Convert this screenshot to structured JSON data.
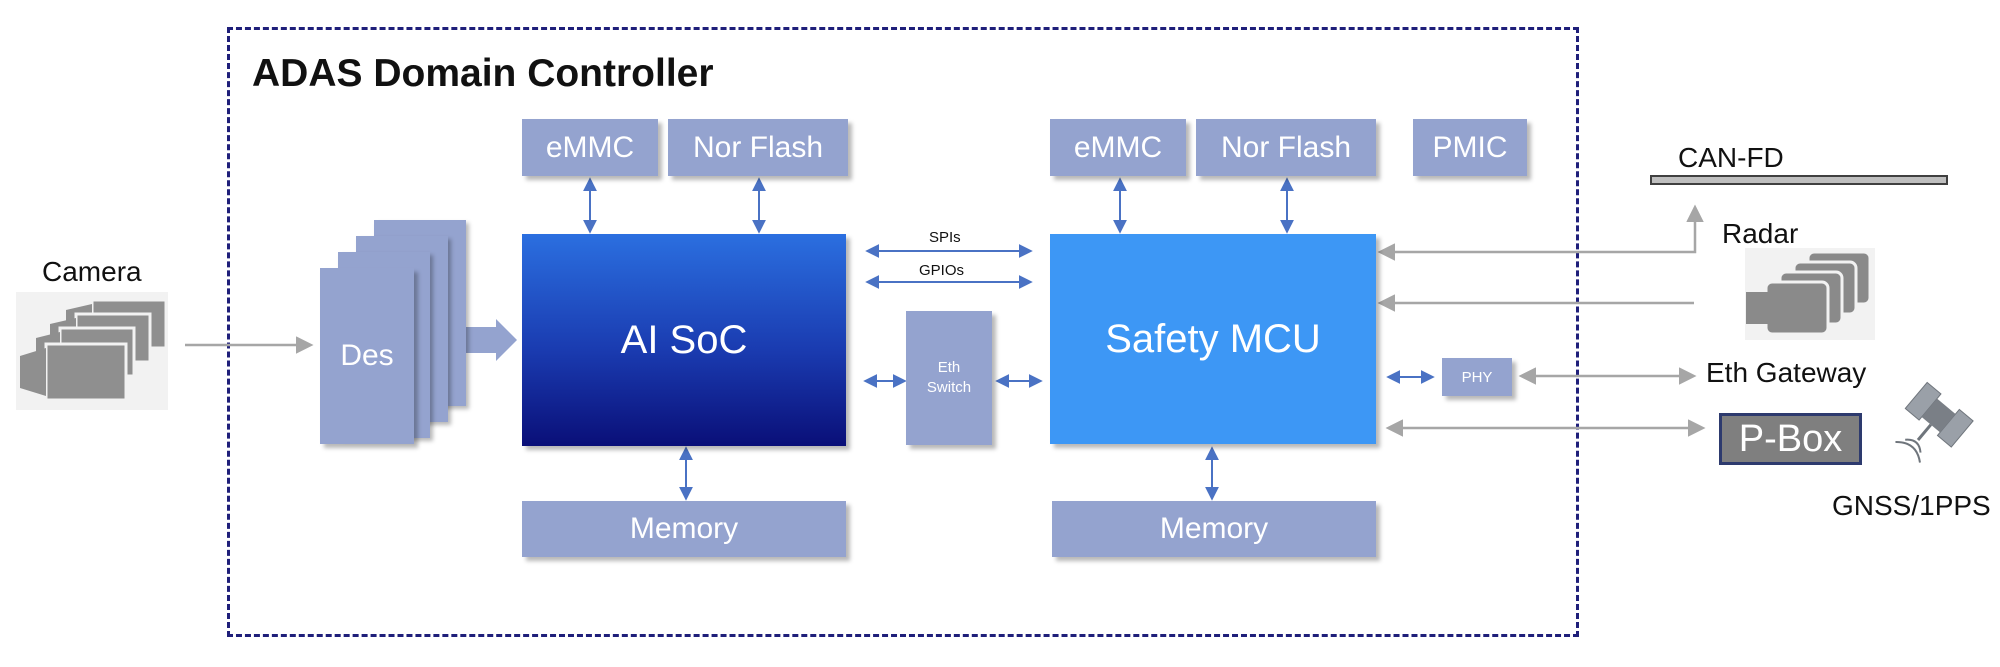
{
  "diagram": {
    "title": "ADAS Domain Controller",
    "ai_soc": {
      "emmc": "eMMC",
      "nor_flash": "Nor Flash",
      "label": "AI SoC",
      "memory": "Memory"
    },
    "safety_mcu": {
      "emmc": "eMMC",
      "nor_flash": "Nor Flash",
      "pmic": "PMIC",
      "label": "Safety MCU",
      "memory": "Memory"
    },
    "des": "Des",
    "eth_switch": [
      "Eth",
      "Switch"
    ],
    "links": {
      "spis": "SPIs",
      "gpios": "GPIOs"
    },
    "phy": "PHY",
    "external": {
      "camera": "Camera",
      "can_fd": "CAN-FD",
      "radar": "Radar",
      "eth_gateway": "Eth Gateway",
      "p_box": "P-Box",
      "gnss": "GNSS/1PPS"
    },
    "icons": {
      "camera": "camera-stack-icon",
      "radar": "radar-stack-icon",
      "satellite": "satellite-icon"
    },
    "colors": {
      "box_fill": "#94a3cf",
      "soc_top": "#2b6fe0",
      "soc_bottom": "#0a0f78",
      "mcu_fill": "#3d97f5",
      "border": "#1f1f7a",
      "arrow_blue": "#4a72c4",
      "arrow_gray": "#a6a6a6"
    }
  }
}
